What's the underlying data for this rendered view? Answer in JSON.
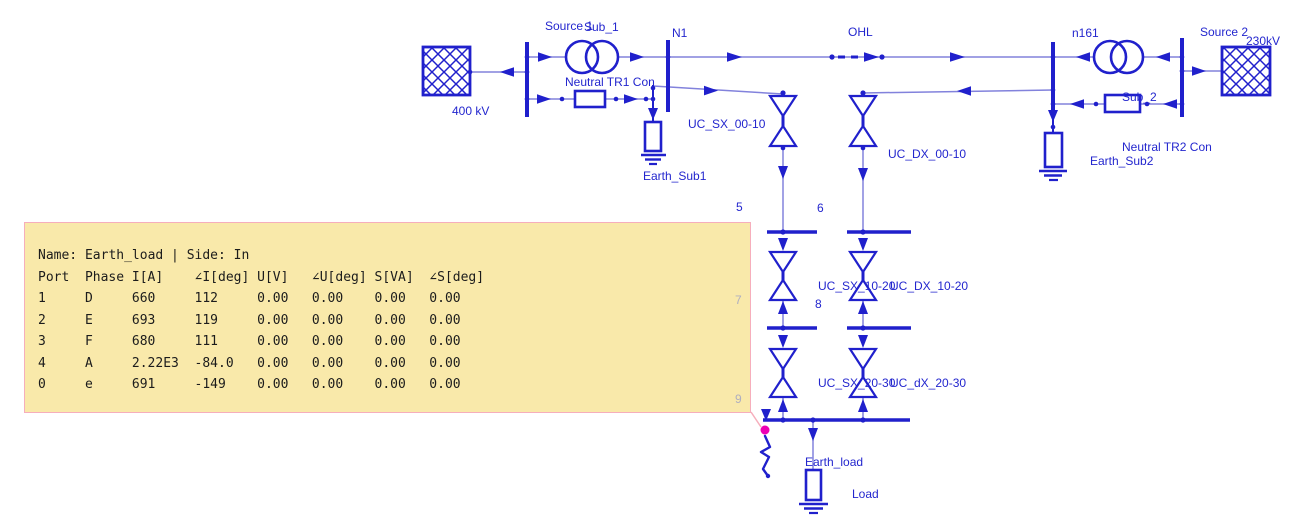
{
  "window": {
    "background": "#FFFFFF"
  },
  "colors": {
    "symbol_blue": "#2020CC",
    "wire_light_blue": "#8282DC",
    "label_blue": "#2326CE",
    "label_grey": "#AEAEC0",
    "tooltip_bg": "#F9E9AA",
    "tooltip_border": "#F6AEBC",
    "probe_dot_magenta": "#EE00B4"
  },
  "diagram": {
    "labels": {
      "source1": "Source 1",
      "sub1": "Sub_1",
      "n1": "N1",
      "neutral_tr1": "Neutral TR1 Con",
      "kv400": "400 kV",
      "earth_sub1": "Earth_Sub1",
      "ohl": "OHL",
      "uc_sx_0010": "UC_SX_00-10",
      "uc_dx_0010": "UC_DX_00-10",
      "uc_sx_1020": "UC_SX_10-20",
      "uc_dx_1020": "UC_DX_10-20",
      "uc_sx_2030": "UC_SX_20-30",
      "uc_dx_2030": "UC_dX_20-30",
      "earth_load": "Earth_load",
      "load": "Load",
      "n161": "n161",
      "source2": "Source 2",
      "kv230": "230kV",
      "sub2": "Sub_2",
      "neutral_tr2": "Neutral TR2 Con",
      "earth_sub2": "Earth_Sub2"
    },
    "node_numbers": {
      "n5": "5",
      "n6": "6",
      "n7": "7",
      "n8": "8",
      "n9": "9"
    }
  },
  "tooltip": {
    "title": "Name: Earth_load | Side: In",
    "columns": [
      "Port",
      "Phase",
      "I[A]",
      "∠I[deg]",
      "U[V]",
      "∠U[deg]",
      "S[VA]",
      "∠S[deg]"
    ],
    "rows": [
      [
        "1",
        "D",
        "660",
        "112",
        "0.00",
        "0.00",
        "0.00",
        "0.00"
      ],
      [
        "2",
        "E",
        "693",
        "119",
        "0.00",
        "0.00",
        "0.00",
        "0.00"
      ],
      [
        "3",
        "F",
        "680",
        "111",
        "0.00",
        "0.00",
        "0.00",
        "0.00"
      ],
      [
        "4",
        "A",
        "2.22E3",
        "-84.0",
        "0.00",
        "0.00",
        "0.00",
        "0.00"
      ],
      [
        "0",
        "e",
        "691",
        "-149",
        "0.00",
        "0.00",
        "0.00",
        "0.00"
      ]
    ]
  }
}
